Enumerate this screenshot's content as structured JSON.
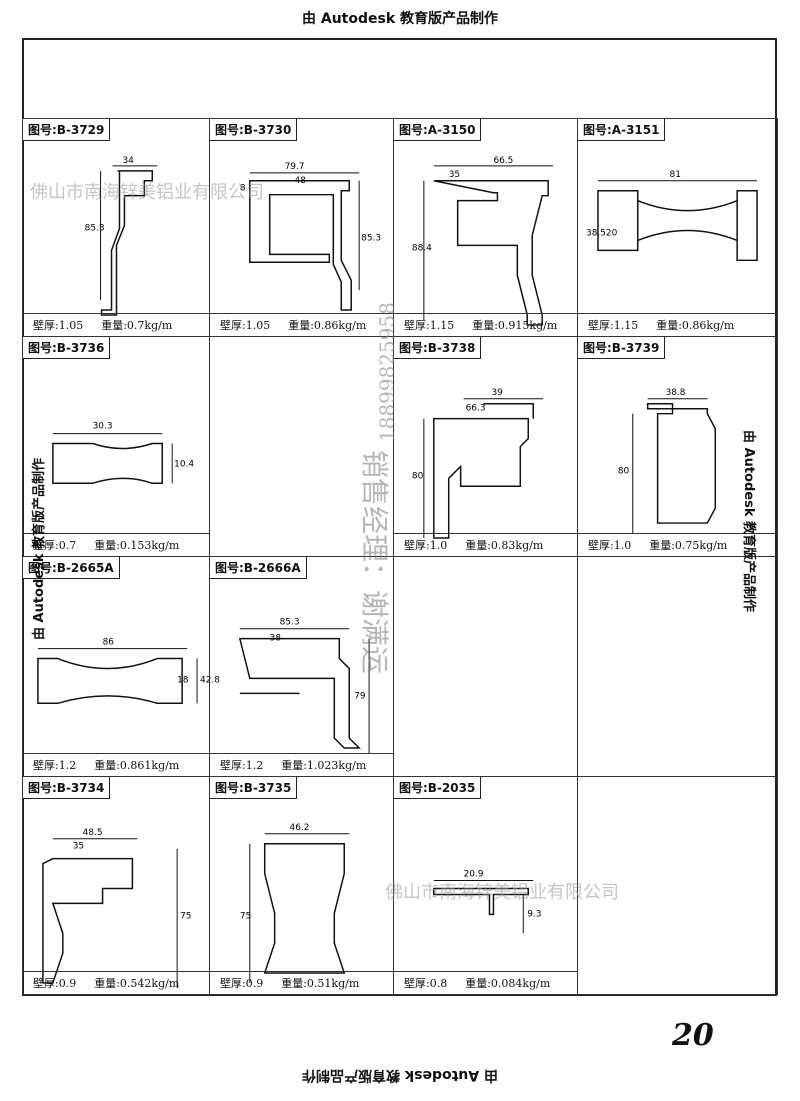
{
  "banner_top": "由 Autodesk 教育版产品制作",
  "banner_bottom": "由 Autodesk 教育版产品制作",
  "side_left": "由 Autodesk 教育版产品制作",
  "side_right": "由 Autodesk 教育版产品制作",
  "watermark_company": "佛山市南海锌美铝业有限公司",
  "watermark_phone": "18899825958",
  "watermark_vertical_name": "销售经理：谢满运",
  "page_number": "20",
  "wall_label": "壁厚:",
  "weight_label": "重量:",
  "profiles": [
    {
      "id": "图号:B-3729",
      "wall": "1.05",
      "weight": "0.7kg/m",
      "dims": [
        "34",
        "85.3"
      ]
    },
    {
      "id": "图号:B-3730",
      "wall": "1.05",
      "weight": "0.86kg/m",
      "dims": [
        "79.7",
        "48",
        "85.3",
        "8"
      ]
    },
    {
      "id": "图号:A-3150",
      "wall": "1.15",
      "weight": "0.915kg/m",
      "dims": [
        "66.5",
        "35",
        "88.4"
      ]
    },
    {
      "id": "图号:A-3151",
      "wall": "1.15",
      "weight": "0.86kg/m",
      "dims": [
        "81",
        "38.5",
        "20"
      ]
    },
    {
      "id": "图号:B-3736",
      "wall": "0.7",
      "weight": "0.153kg/m",
      "dims": [
        "30.3",
        "10.4"
      ]
    },
    {
      "id": "",
      "wall": "",
      "weight": "",
      "dims": []
    },
    {
      "id": "图号:B-3738",
      "wall": "1.0",
      "weight": "0.83kg/m",
      "dims": [
        "39",
        "66.3",
        "80"
      ]
    },
    {
      "id": "图号:B-3739",
      "wall": "1.0",
      "weight": "0.75kg/m",
      "dims": [
        "38.8",
        "80"
      ]
    },
    {
      "id": "图号:B-2665A",
      "wall": "1.2",
      "weight": "0.861kg/m",
      "dims": [
        "86",
        "18",
        "42.8"
      ]
    },
    {
      "id": "图号:B-2666A",
      "wall": "1.2",
      "weight": "1.023kg/m",
      "dims": [
        "85.3",
        "38",
        "79"
      ]
    },
    {
      "id": "",
      "wall": "",
      "weight": "",
      "dims": []
    },
    {
      "id": "",
      "wall": "",
      "weight": "",
      "dims": []
    },
    {
      "id": "图号:B-3734",
      "wall": "0.9",
      "weight": "0.542kg/m",
      "dims": [
        "48.5",
        "35",
        "75"
      ]
    },
    {
      "id": "图号:B-3735",
      "wall": "0.9",
      "weight": "0.51kg/m",
      "dims": [
        "46.2",
        "75"
      ]
    },
    {
      "id": "图号:B-2035",
      "wall": "0.8",
      "weight": "0.084kg/m",
      "dims": [
        "20.9",
        "9.3"
      ]
    },
    {
      "id": "",
      "wall": "",
      "weight": "",
      "dims": []
    }
  ]
}
